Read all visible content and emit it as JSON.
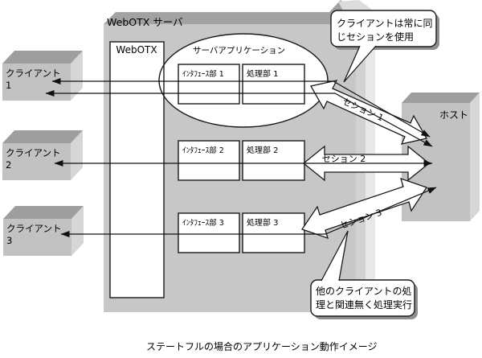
{
  "server": {
    "title": "WebOTX サーバ",
    "webotx_label": "WebOTX",
    "app_label": "サーバアプリケーション"
  },
  "rows": [
    {
      "interface": "ｲﾝﾀﾌｪｰｽ部 1",
      "processor": "処理部 1"
    },
    {
      "interface": "ｲﾝﾀﾌｪｰｽ部 2",
      "processor": "処理部 2"
    },
    {
      "interface": "ｲﾝﾀﾌｪｰｽ部 3",
      "processor": "処理部 3"
    }
  ],
  "clients": [
    {
      "name": "クライアント",
      "number": "1"
    },
    {
      "name": "クライアント",
      "number": "2"
    },
    {
      "name": "クライアント",
      "number": "3"
    }
  ],
  "host": {
    "label": "ホスト"
  },
  "sessions": [
    {
      "label": "セション 1"
    },
    {
      "label": "セション 2"
    },
    {
      "label": "セション 3"
    }
  ],
  "callouts": {
    "top": {
      "line1": "クライアントは常に同",
      "line2": "じセションを使用"
    },
    "bottom": {
      "line1": "他のクライアントの処",
      "line2": "理と関連無く処理実行"
    }
  },
  "caption": "ステートフルの場合のアプリケーション動作イメージ",
  "colors": {
    "server_front": "#c7c7c7",
    "server_top": "#a2a2a2",
    "server_side_a": "#d2d2d2",
    "server_side_b": "#e9e9e9",
    "box_front": "#c2c2c2",
    "box_top": "#9e9e9e",
    "box_side": "#d6d6d6",
    "outline": "#1a1a1a",
    "shadow": "#8f8f8f"
  }
}
